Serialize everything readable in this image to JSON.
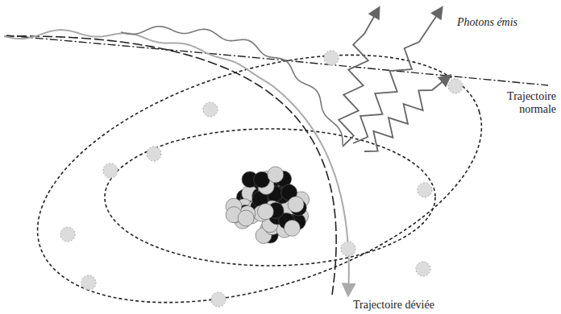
{
  "diagram": {
    "labels": [
      "Photons émis",
      "Trajectoire normale",
      "Trajectoire déviée"
    ]
  }
}
